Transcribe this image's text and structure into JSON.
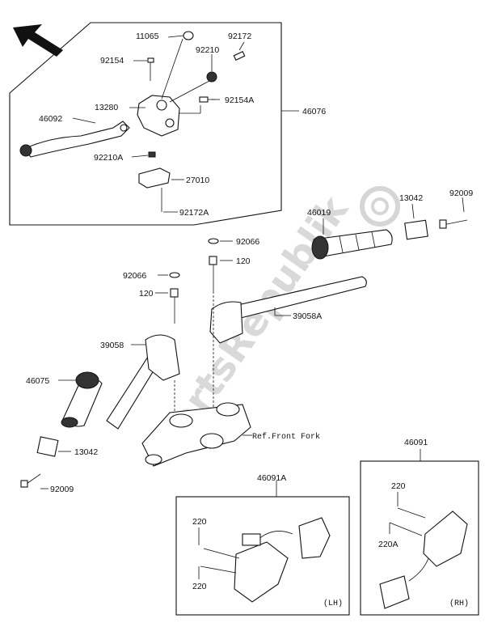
{
  "labels": {
    "p11065": "11065",
    "p92172": "92172",
    "p92154": "92154",
    "p92210": "92210",
    "p13280": "13280",
    "p92154A": "92154A",
    "p46076": "46076",
    "p46092": "46092",
    "p92210A": "92210A",
    "p27010": "27010",
    "p92172A": "92172A",
    "p46019": "46019",
    "p13042_r": "13042",
    "p92009_r": "92009",
    "p92066_a": "92066",
    "p120_a": "120",
    "p92066_b": "92066",
    "p120_b": "120",
    "p39058A": "39058A",
    "p39058": "39058",
    "p46075": "46075",
    "p13042_l": "13042",
    "p92009_l": "92009",
    "ref_front_fork": "Ref.Front Fork",
    "p46091": "46091",
    "p46091A": "46091A",
    "p220_lh_top": "220",
    "p220_lh_bottom": "220",
    "p220_rh": "220",
    "p220A_rh": "220A",
    "lh_tag": "(LH)",
    "rh_tag": "(RH)"
  },
  "watermark": "PartsRepublik",
  "icons": {
    "direction": "arrow-up-left-icon",
    "watermark_gear": "gear-icon"
  },
  "colors": {
    "line": "#111111",
    "watermark": "#d9d9d9"
  }
}
